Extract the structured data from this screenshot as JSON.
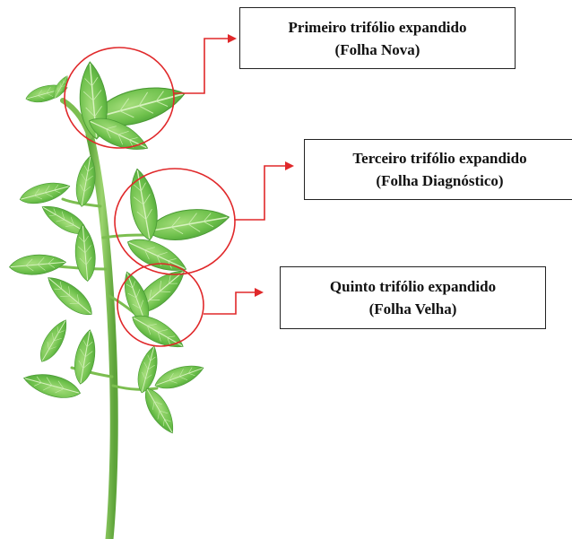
{
  "labels": {
    "first": {
      "line1": "Primeiro trifólio expandido",
      "line2": "(Folha Nova)"
    },
    "third": {
      "line1": "Terceiro trifólio expandido",
      "line2": "(Folha Diagnóstico)"
    },
    "fifth": {
      "line1": "Quinto trifólio expandido",
      "line2": "(Folha Velha)"
    }
  },
  "colors": {
    "callout": "#e0282a",
    "leaf_dark": "#3f9a2c",
    "leaf_light": "#8fd36a",
    "stem": "#76b84a",
    "box_border": "#222222"
  }
}
